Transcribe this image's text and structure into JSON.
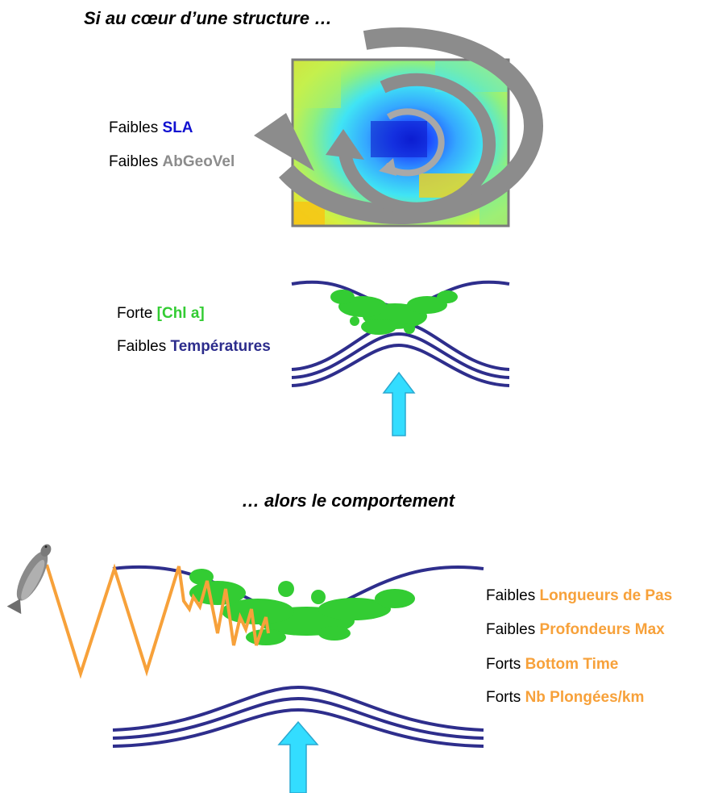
{
  "top": {
    "title": "Si au cœur d’une structure …",
    "labels": [
      {
        "prefix": "Faibles",
        "term": "SLA",
        "color": "#1010d0"
      },
      {
        "prefix": "Faibles",
        "term": "AbGeoVel",
        "color": "#8c8c8c"
      }
    ]
  },
  "middle": {
    "labels": [
      {
        "prefix": "Forte",
        "term": "[Chl a]",
        "color": "#33cc33"
      },
      {
        "prefix": "Faibles",
        "term": "Températures",
        "color": "#2c2c8c"
      }
    ]
  },
  "bottom": {
    "title": "… alors le comportement",
    "labels": [
      {
        "prefix": "Faibles",
        "term": "Longueurs de Pas",
        "color": "#f7a13a"
      },
      {
        "prefix": "Faibles",
        "term": "Profondeurs Max",
        "color": "#f7a13a"
      },
      {
        "prefix": "Forts",
        "term": "Bottom Time",
        "color": "#f7a13a"
      },
      {
        "prefix": "Forts",
        "term": "Nb Plongées/km",
        "color": "#f7a13a"
      }
    ]
  },
  "colors": {
    "isopycnal": "#2e2e8c",
    "upwelling_arrow": "#33ddff",
    "dive_path": "#f7a13a",
    "eddy_arrow": "#8c8c8c",
    "chlorophyll": "#33cc33"
  }
}
